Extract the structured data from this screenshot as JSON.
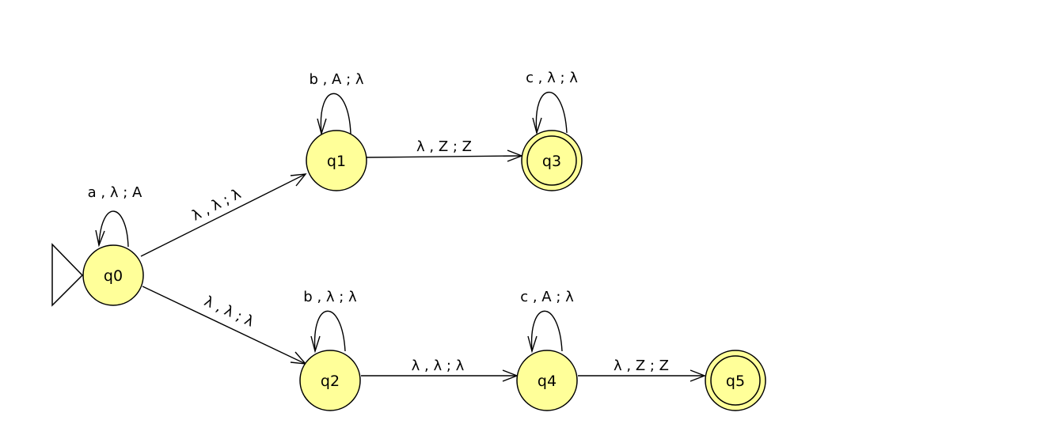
{
  "diagram": {
    "colors": {
      "state_fill": "#FFFF99",
      "stroke": "#000000",
      "background": "#FFFFFF"
    },
    "states": [
      {
        "id": "q0",
        "label": "q0",
        "initial": true,
        "final": false
      },
      {
        "id": "q1",
        "label": "q1",
        "initial": false,
        "final": false
      },
      {
        "id": "q2",
        "label": "q2",
        "initial": false,
        "final": false
      },
      {
        "id": "q3",
        "label": "q3",
        "initial": false,
        "final": true
      },
      {
        "id": "q4",
        "label": "q4",
        "initial": false,
        "final": false
      },
      {
        "id": "q5",
        "label": "q5",
        "initial": false,
        "final": true
      }
    ],
    "transitions": [
      {
        "from": "q0",
        "to": "q0",
        "label": "a , λ ; A"
      },
      {
        "from": "q0",
        "to": "q1",
        "label": "λ , λ ; λ"
      },
      {
        "from": "q0",
        "to": "q2",
        "label": "λ , λ ; λ"
      },
      {
        "from": "q1",
        "to": "q1",
        "label": "b , A ; λ"
      },
      {
        "from": "q1",
        "to": "q3",
        "label": "λ , Z ; Z"
      },
      {
        "from": "q3",
        "to": "q3",
        "label": "c , λ ; λ"
      },
      {
        "from": "q2",
        "to": "q2",
        "label": "b , λ ; λ"
      },
      {
        "from": "q2",
        "to": "q4",
        "label": "λ , λ ; λ"
      },
      {
        "from": "q4",
        "to": "q4",
        "label": "c , A ; λ"
      },
      {
        "from": "q4",
        "to": "q5",
        "label": "λ , Z ; Z"
      }
    ]
  }
}
